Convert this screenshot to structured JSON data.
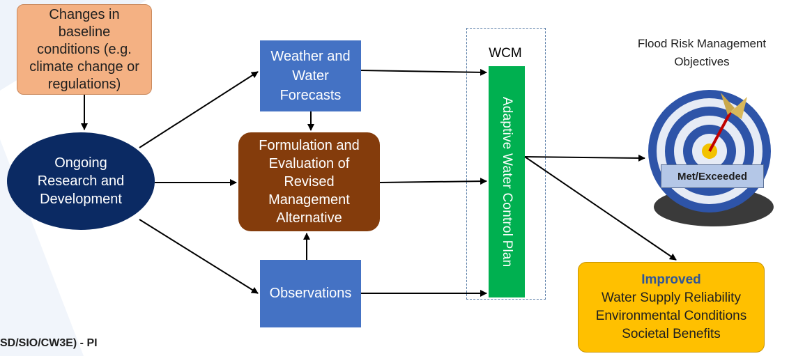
{
  "boxes": {
    "changes": "Changes in\nbaseline\nconditions (e.g.\nclimate change or\nregulations)",
    "research": "Ongoing\nResearch and\nDevelopment",
    "weather": "Weather and\nWater\nForecasts",
    "formulation": "Formulation and\nEvaluation of\nRevised\nManagement\nAlternative",
    "observations": "Observations"
  },
  "wcm": {
    "label": "WCM",
    "bar_text": "Adaptive Water Control Plan"
  },
  "objectives": {
    "title": "Flood Risk Management\nObjectives",
    "target_label": "Met/Exceeded"
  },
  "improved": {
    "title": "Improved",
    "items": [
      "Water Supply Reliability",
      "Environmental Conditions",
      "Societal Benefits"
    ]
  },
  "footer": "SD/SIO/CW3E) - PI",
  "colors": {
    "changes": "#f4b183",
    "research": "#0b2a63",
    "forecast_boxes": "#4472c4",
    "formulation": "#843c0c",
    "wcm_bar": "#00b050",
    "improved": "#ffc000",
    "target_ring": "#2e54a8"
  }
}
